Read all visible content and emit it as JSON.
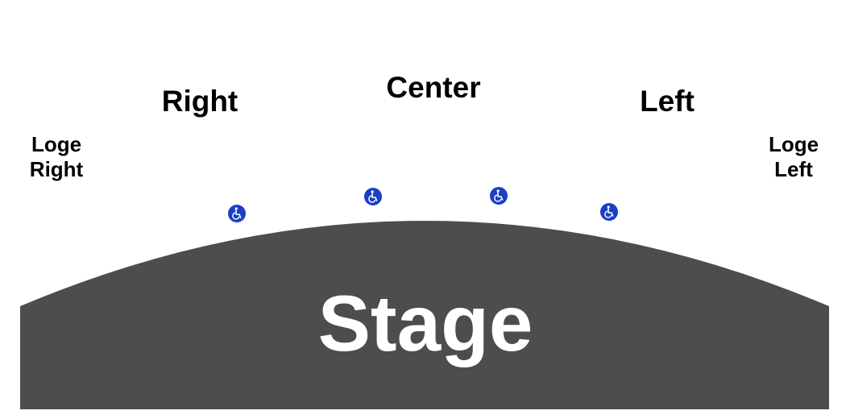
{
  "sections": {
    "right": "Right",
    "center": "Center",
    "left": "Left",
    "loge_right": [
      "Loge",
      "Right"
    ],
    "loge_left": [
      "Loge",
      "Left"
    ]
  },
  "stage": {
    "label": "Stage",
    "color": "#4d4d4d"
  },
  "accessible_seating": {
    "icon": "wheelchair-icon",
    "color": "#1a3fc4",
    "count": 4
  }
}
